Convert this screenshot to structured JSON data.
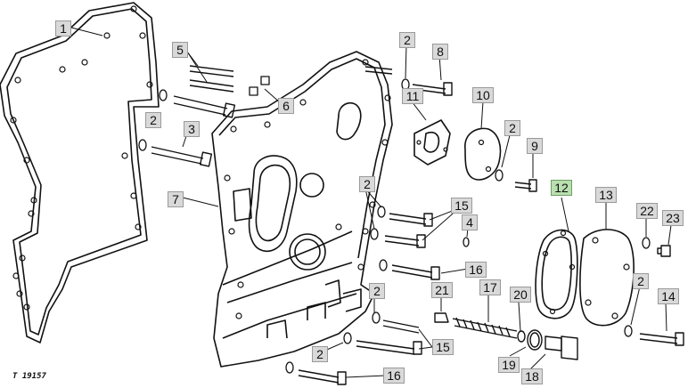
{
  "figure_code": "T 19157",
  "callouts": {
    "c1": "1",
    "c2a": "2",
    "c2b": "2",
    "c2c": "2",
    "c2d": "2",
    "c2e": "2",
    "c2f": "2",
    "c2g": "2",
    "c3": "3",
    "c4": "4",
    "c5": "5",
    "c6": "6",
    "c7": "7",
    "c8": "8",
    "c9": "9",
    "c10": "10",
    "c11": "11",
    "c12": "12",
    "c13": "13",
    "c14": "14",
    "c15a": "15",
    "c15b": "15",
    "c16a": "16",
    "c16b": "16",
    "c17": "17",
    "c18": "18",
    "c19": "19",
    "c20": "20",
    "c21": "21",
    "c22": "22",
    "c23": "23"
  },
  "highlight_callout": "12",
  "colors": {
    "line": "#111111",
    "callout_bg": "#d9d9d9",
    "callout_highlight": "#b9dfb0"
  }
}
